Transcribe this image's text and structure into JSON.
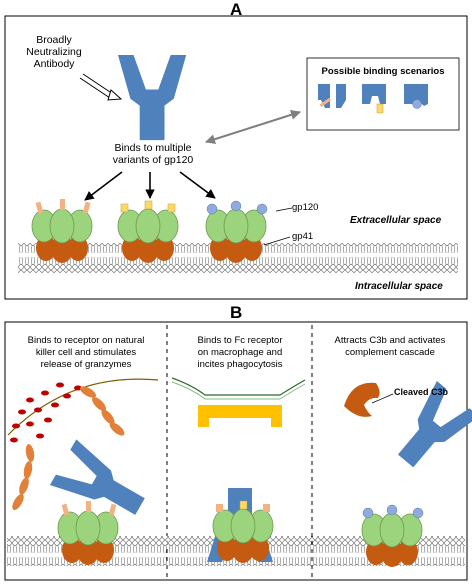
{
  "panel_a": {
    "letter": "A",
    "antibody_label": "Broadly\nNeutralizing\nAntibody",
    "binds_label": "Binds to multiple\nvariants of gp120",
    "scenarios_title": "Possible binding scenarios",
    "gp120_label": "gp120",
    "gp41_label": "gp41",
    "extracellular": "Extracellular space",
    "intracellular": "Intracellular space"
  },
  "panel_b": {
    "letter": "B",
    "col1_text": "Binds to receptor on natural\nkiller cell and stimulates\nrelease of granzymes",
    "col2_text": "Binds to Fc receptor\non macrophage and\nincites phagocytosis",
    "col3_text": "Attracts C3b and activates\ncomplement cascade",
    "cleaved_label": "Cleaved C3b"
  },
  "colors": {
    "antibody": "#4f81bd",
    "gp120": "#9bd47c",
    "gp41": "#c55a11",
    "epitope_pink": "#f4b183",
    "epitope_yellow": "#ffd966",
    "epitope_blue": "#8faadc",
    "fc_receptor": "#ffc000",
    "granzyme": "#c00000",
    "c3b": "#c55a11"
  }
}
